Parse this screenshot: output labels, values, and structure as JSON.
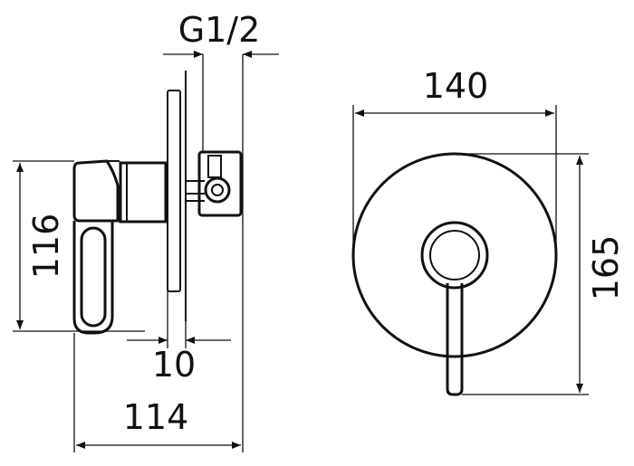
{
  "dimensions": {
    "thread": "G1/2",
    "plate_diameter": "140",
    "overall_height": "165",
    "handle_height": "116",
    "plate_thickness": "10",
    "overall_depth": "114"
  },
  "colors": {
    "line": "#111111",
    "background": "#ffffff"
  }
}
